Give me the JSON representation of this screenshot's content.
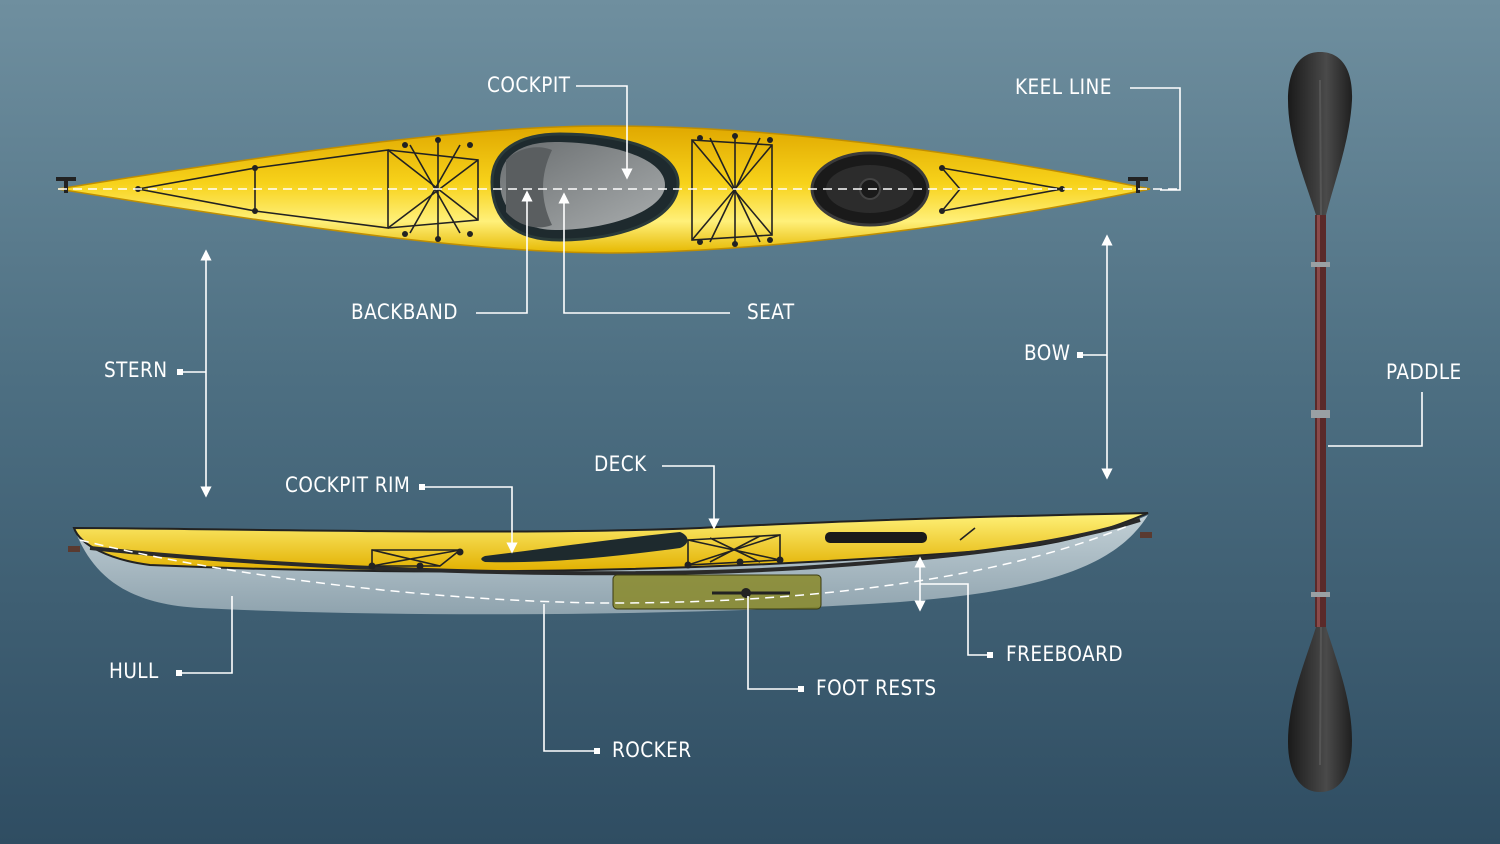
{
  "labels": {
    "cockpit": "COCKPIT",
    "keel_line": "KEEL LINE",
    "backband": "BACKBAND",
    "seat": "SEAT",
    "stern": "STERN",
    "bow": "BOW",
    "paddle": "PADDLE",
    "cockpit_rim": "COCKPIT RIM",
    "deck": "DECK",
    "hull": "HULL",
    "freeboard": "FREEBOARD",
    "foot_rests": "FOOT RESTS",
    "rocker": "ROCKER"
  },
  "colors": {
    "kayak_deck": "#f2c200",
    "kayak_deck_highlight": "#fff27a",
    "hull": "#a6b8c2",
    "cockpit_dark": "#1e2a2e",
    "seat": "#8a8f90",
    "paddle_blade": "#2a2a2a",
    "paddle_shaft": "#5a2a2a",
    "leader_line": "#ffffff"
  }
}
